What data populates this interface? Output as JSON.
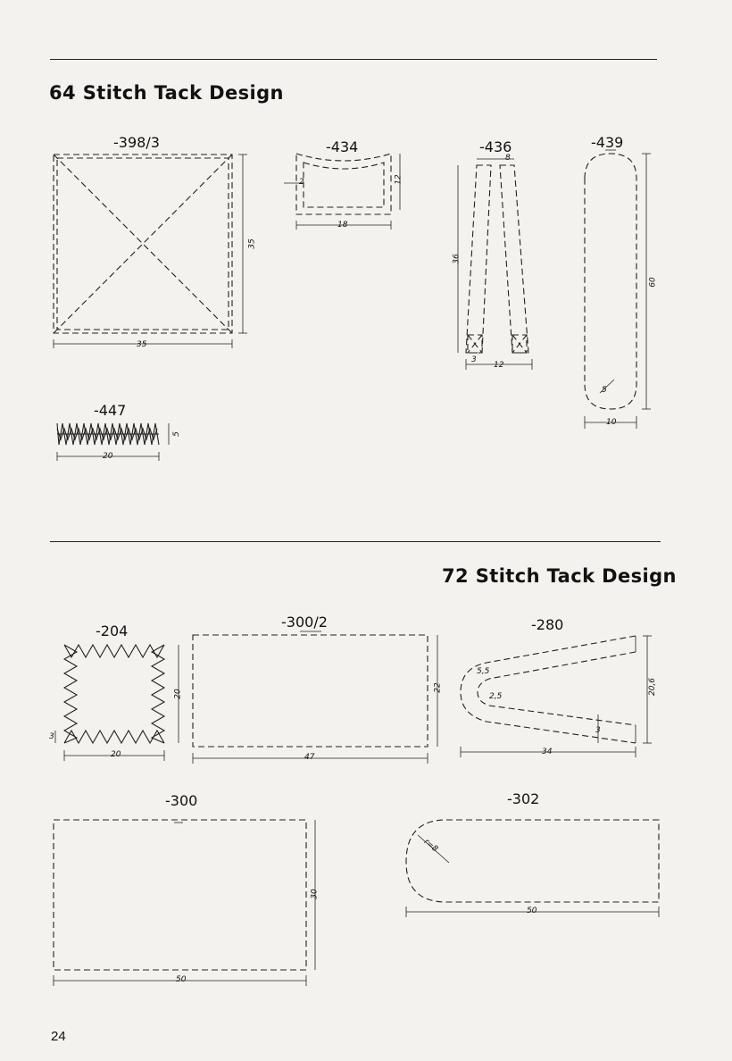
{
  "sections": [
    {
      "heading": "64 Stitch Tack Design"
    },
    {
      "heading": "72 Stitch Tack Design"
    }
  ],
  "designs": {
    "d398_3": {
      "label": "-398/3",
      "width": "35",
      "height": "35"
    },
    "d434": {
      "label": "-434",
      "width": "18",
      "height": "12",
      "margin": "2"
    },
    "d436": {
      "label": "-436",
      "top": "8",
      "height": "36",
      "foot": "3",
      "bottom": "12"
    },
    "d439": {
      "label": "-439",
      "height": "60",
      "width": "10",
      "radius": "5"
    },
    "d447": {
      "label": "-447",
      "width": "20",
      "height": "5"
    },
    "d204": {
      "label": "-204",
      "width": "20",
      "height": "20",
      "zig": "3"
    },
    "d300_2": {
      "label": "-300/2",
      "width": "47",
      "height": "22"
    },
    "d280": {
      "label": "-280",
      "r1": "5,5",
      "r2": "2,5",
      "height": "20,6",
      "width": "34",
      "gap": "3"
    },
    "d300": {
      "label": "-300",
      "width": "50",
      "height": "30"
    },
    "d302": {
      "label": "-302",
      "width": "50",
      "radius": "r=8"
    }
  },
  "page_number": "24"
}
